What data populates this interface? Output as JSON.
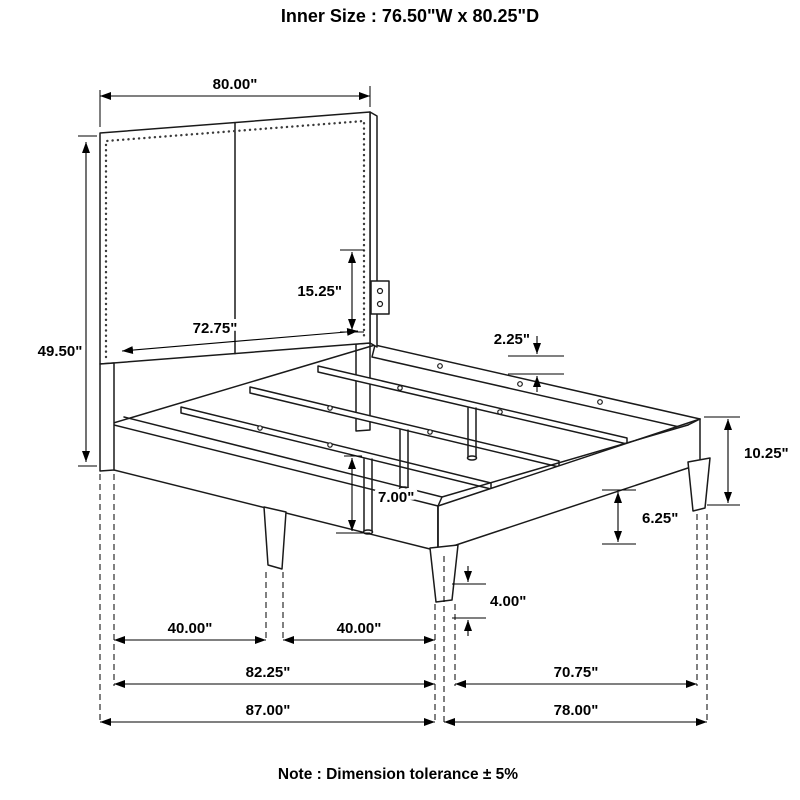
{
  "title": {
    "inner_size": "Inner Size : 76.50\"W x 80.25\"D"
  },
  "note": {
    "text": "Note : Dimension tolerance ± 5%"
  },
  "dims": {
    "headboard_width": "80.00\"",
    "headboard_height": "49.50\"",
    "panel_height": "15.25\"",
    "inner_width": "72.75\"",
    "rail_thickness": "2.25\"",
    "foot_height": "10.25\"",
    "center_leg_height": "7.00\"",
    "foot_rail_inner": "6.25\"",
    "leg_height": "4.00\"",
    "slat_span_a": "40.00\"",
    "slat_span_b": "40.00\"",
    "side_rail_length": "82.25\"",
    "foot_inner_width": "70.75\"",
    "overall_depth": "87.00\"",
    "overall_width": "78.00\""
  }
}
